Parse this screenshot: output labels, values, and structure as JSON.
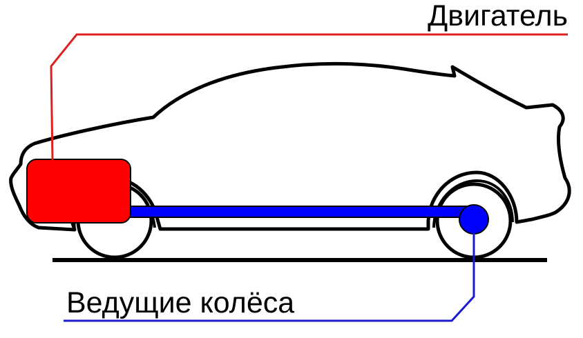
{
  "labels": {
    "engine": "Двигатель",
    "drive_wheels": "Ведущие колёса"
  },
  "colors": {
    "engine": "#ff0000",
    "engine_leader": "#dd2020",
    "drivetrain": "#0000ff",
    "drivetrain_leader": "#1a1ad0",
    "outline": "#000000",
    "background": "#ffffff"
  },
  "parts": {
    "engine_position": "front",
    "driven_axle": "rear"
  }
}
